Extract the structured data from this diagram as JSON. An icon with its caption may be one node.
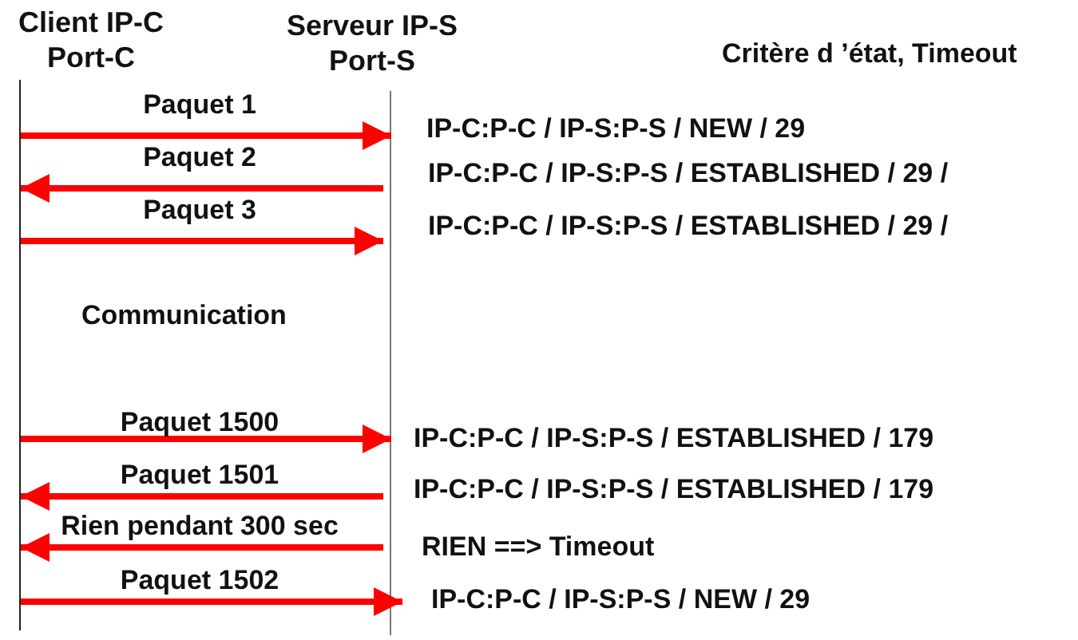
{
  "diagram": {
    "nodes": [
      {
        "text": [
          "Client IP-C Port-C"
        ]
      },
      {
        "text": [
          "Serveur IP-S Port-S"
        ]
      }
    ],
    "edges": [
      {
        "from": 0,
        "to": 1,
        "arrow": "to",
        "label": "Paquet 1"
      },
      {
        "from": 1,
        "to": 0,
        "arrow": "to",
        "label": "Paquet 2"
      },
      {
        "from": 0,
        "to": 1,
        "arrow": "to",
        "label": "Paquet 3"
      },
      {
        "from": 0,
        "to": 1,
        "arrow": "to",
        "label": "Paquet 1500"
      },
      {
        "from": 1,
        "to": 0,
        "arrow": "to",
        "label": "Paquet 1501"
      },
      {
        "from": 1,
        "to": 0,
        "arrow": "to",
        "label": "Rien pendant 300 sec"
      },
      {
        "from": 0,
        "to": 1,
        "arrow": "to",
        "label": "Paquet 1502"
      }
    ],
    "labels": [
      "Critère d ’état, Timeout",
      "IP-C:P-C / IP-S:P-S / NEW / 29",
      "IP-C:P-C / IP-S:P-S / ESTABLISHED / 29 /",
      "IP-C:P-C / IP-S:P-S / ESTABLISHED / 29 /",
      "Communication",
      "IP-C:P-C / IP-S:P-S / ESTABLISHED / 179",
      "IP-C:P-C / IP-S:P-S / ESTABLISHED / 179",
      "RIEN ==> Timeout",
      "IP-C:P-C / IP-S:P-S / NEW / 29"
    ]
  }
}
